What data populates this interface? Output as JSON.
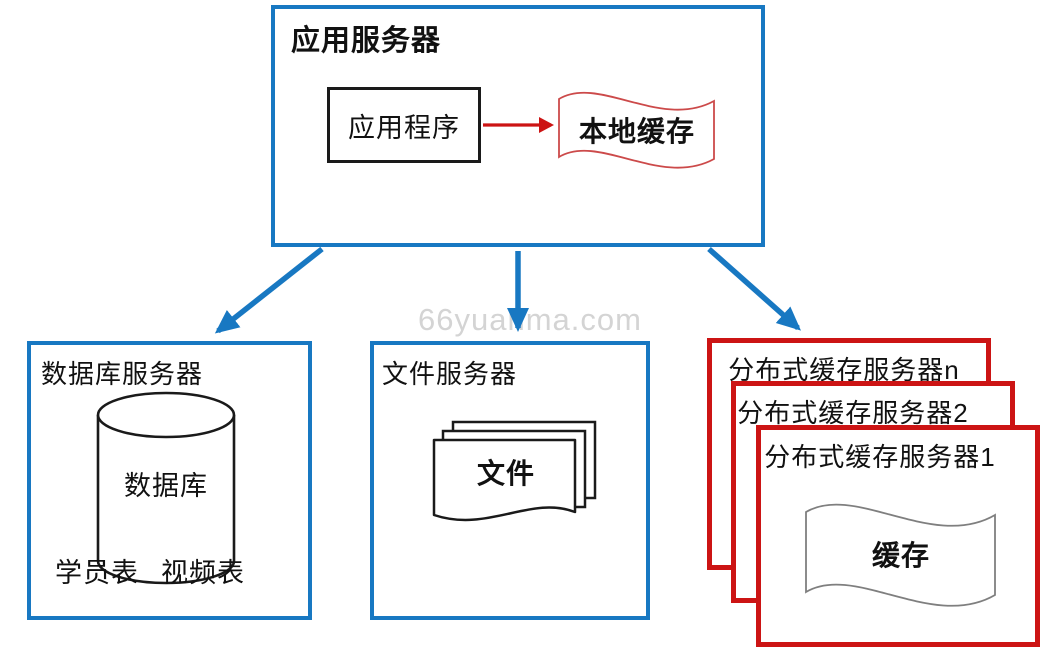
{
  "watermark": "66yuanma.com",
  "colors": {
    "box_blue": "#1878c2",
    "box_red": "#cc1414",
    "local_cache_stroke": "#cc4a4a",
    "cache_flag_stroke": "#7f7f7f",
    "shape_stroke": "#1a1a1a",
    "watermark_gray": "#d4d4d4"
  },
  "app_server": {
    "title": "应用服务器",
    "program_label": "应用程序",
    "local_cache_label": "本地缓存"
  },
  "database_server": {
    "title": "数据库服务器",
    "cylinder_label": "数据库",
    "tables": [
      "学员表",
      "视频表"
    ]
  },
  "file_server": {
    "title": "文件服务器",
    "documents_label": "文件"
  },
  "cache_servers": {
    "back_title": "分布式缓存服务器n",
    "middle_title": "分布式缓存服务器2",
    "front_title": "分布式缓存服务器1",
    "flag_label": "缓存"
  }
}
